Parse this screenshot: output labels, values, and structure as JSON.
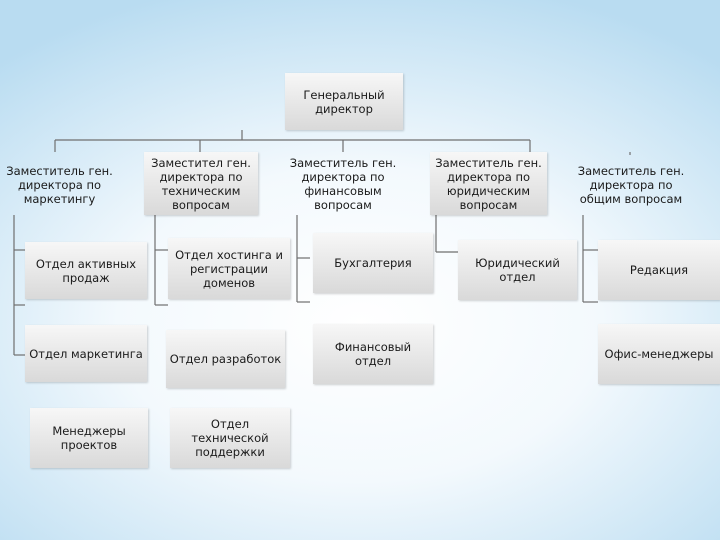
{
  "org_chart": {
    "ceo": "Генеральный\nдиректор",
    "deputies": [
      {
        "title": "Заместитель ген.\nдиректора по\nмаркетингу",
        "departments": [
          "Отдел активных\nпродаж",
          "Отдел маркетинга",
          "Менеджеры\nпроектов"
        ]
      },
      {
        "title": "Заместител ген.\nдиректора по\nтехническим\nвопросам",
        "departments": [
          "Отдел хостинга и\nрегистрации\nдоменов",
          "Отдел разработок",
          "Отдел технической\nподдержки"
        ]
      },
      {
        "title": "Заместитель ген.\nдиректора по\nфинансовым\nвопросам",
        "departments": [
          "Бухгалтерия",
          "Финансовый отдел"
        ]
      },
      {
        "title": "Заместитель ген.\nдиректора по\nюридическим\nвопросам",
        "departments": [
          "Юридический\nотдел"
        ]
      },
      {
        "title": "Заместитель ген.\nдиректора по\nобщим вопросам",
        "departments": [
          "Редакция",
          "Офис-менеджеры"
        ]
      }
    ]
  }
}
